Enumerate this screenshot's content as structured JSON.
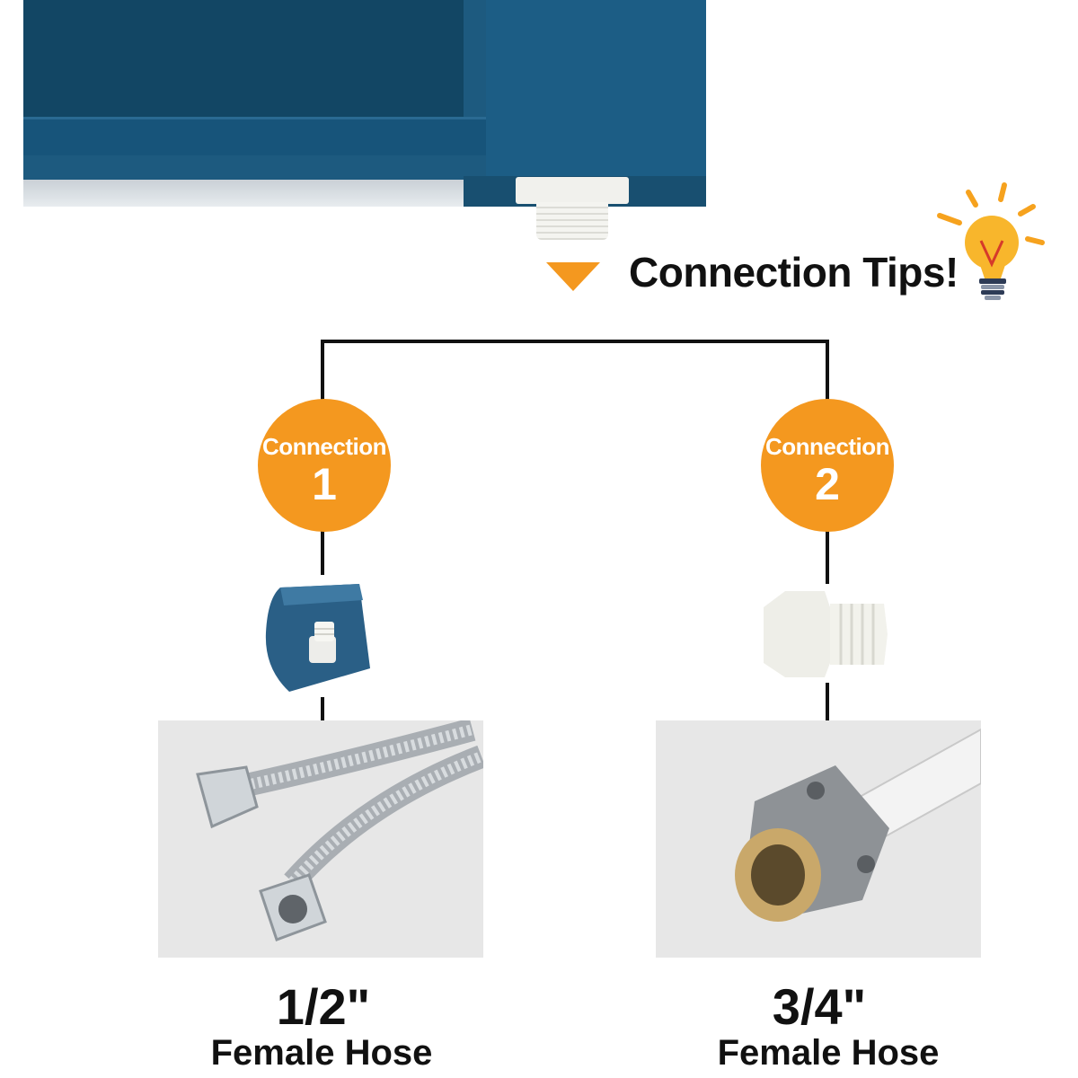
{
  "header": {
    "title": "Connection Tips!"
  },
  "connections": [
    {
      "label": "Connection",
      "number": "1",
      "size": "1/2\"",
      "hose_type": "Female Hose"
    },
    {
      "label": "Connection",
      "number": "2",
      "size": "3/4\"",
      "hose_type": "Female Hose"
    }
  ],
  "colors": {
    "accent": "#f4981f",
    "appliance": "#1d5a7f",
    "text": "#111111"
  },
  "icons": [
    "lightbulb-icon",
    "arrow-down-icon"
  ]
}
